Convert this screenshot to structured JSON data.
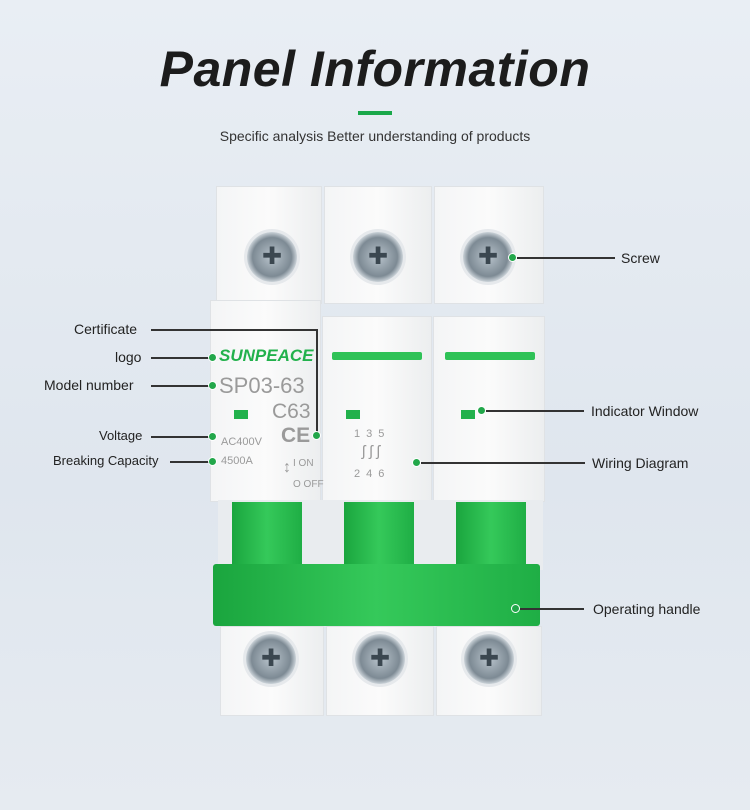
{
  "header": {
    "title": "Panel Information",
    "subtitle": "Specific analysis Better understanding of products"
  },
  "product": {
    "brand": "SUNPEACE",
    "model": "SP03-63",
    "rating": "C63",
    "voltage": "AC400V",
    "breaking": "4500A",
    "cert": "CE",
    "on": "I ON",
    "off": "O OFF",
    "terminals_top": [
      "1",
      "3",
      "5"
    ],
    "terminals_bottom": [
      "2",
      "4",
      "6"
    ]
  },
  "labels": {
    "screw": "Screw",
    "certificate": "Certificate",
    "logo": "logo",
    "model": "Model number",
    "indicator": "Indicator Window",
    "voltage": "Voltage",
    "breaking": "Breaking Capacity",
    "wiring": "Wiring Diagram",
    "handle": "Operating handle"
  },
  "colors": {
    "accent": "#22b14c"
  }
}
